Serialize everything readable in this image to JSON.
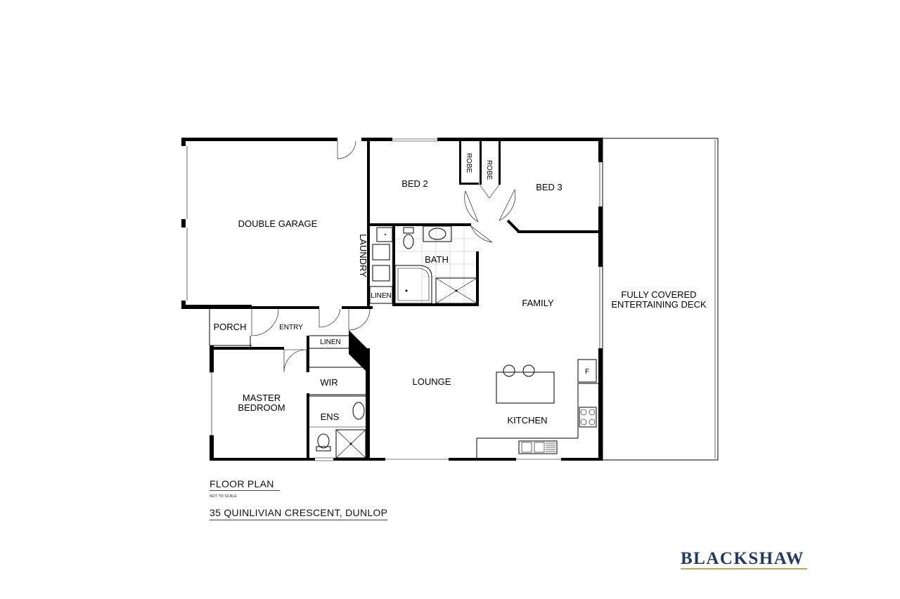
{
  "rooms": {
    "double_garage": "DOUBLE GARAGE",
    "laundry": "LAUNDRY",
    "linen_1": "LINEN",
    "bed_2": "BED 2",
    "robe_1": "ROBE",
    "robe_2": "ROBE",
    "bed_3": "BED 3",
    "bath": "BATH",
    "family": "FAMILY",
    "deck_line1": "FULLY COVERED",
    "deck_line2": "ENTERTAINING DECK",
    "porch": "PORCH",
    "entry": "ENTRY",
    "linen_2": "LINEN",
    "wir": "WIR",
    "master_line1": "MASTER",
    "master_line2": "BEDROOM",
    "ens": "ENS",
    "lounge": "LOUNGE",
    "kitchen": "KITCHEN",
    "fridge": "F"
  },
  "caption": {
    "title": "FLOOR PLAN",
    "note": "NOT TO SCALE",
    "address": "35 QUINLIVIAN CRESCENT, DUNLOP"
  },
  "brand": {
    "name": "BLACKSHAW",
    "color": "#1f3a68",
    "underline_color": "#c9a449"
  }
}
